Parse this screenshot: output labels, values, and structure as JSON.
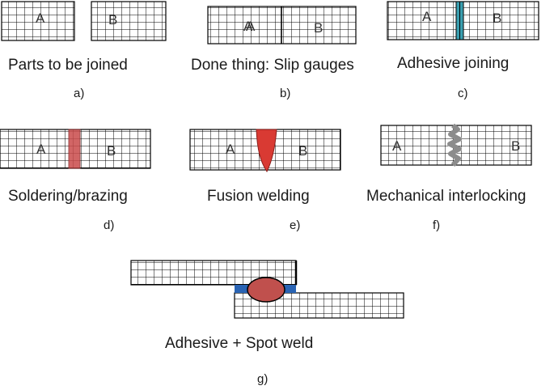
{
  "panels": [
    {
      "caption": "Parts to be joined",
      "label": "a)",
      "parts": [
        "A",
        "B"
      ]
    },
    {
      "caption": "Done thing: Slip gauges",
      "label": "b)",
      "parts": [
        "A",
        "A",
        "B"
      ]
    },
    {
      "caption": "Adhesive joining",
      "label": "c)",
      "parts": [
        "A",
        "B"
      ]
    },
    {
      "caption": "Soldering/brazing",
      "label": "d)",
      "parts": [
        "A",
        "B"
      ]
    },
    {
      "caption": "Fusion welding",
      "label": "e)",
      "parts": [
        "A",
        "B"
      ]
    },
    {
      "caption": "Mechanical interlocking",
      "label": "f)",
      "parts": [
        "A",
        "B"
      ]
    },
    {
      "caption": "Adhesive + Spot weld",
      "label": "g)",
      "parts": []
    }
  ],
  "colors": {
    "grid": "#000000",
    "adhesive": "#3a9fb0",
    "solder": "#c94b4b",
    "fusion": "#d93a33",
    "interlock": "#8c8c8c",
    "adhesive_band": "#2a64b4",
    "spot_weld": "#c0504d"
  }
}
